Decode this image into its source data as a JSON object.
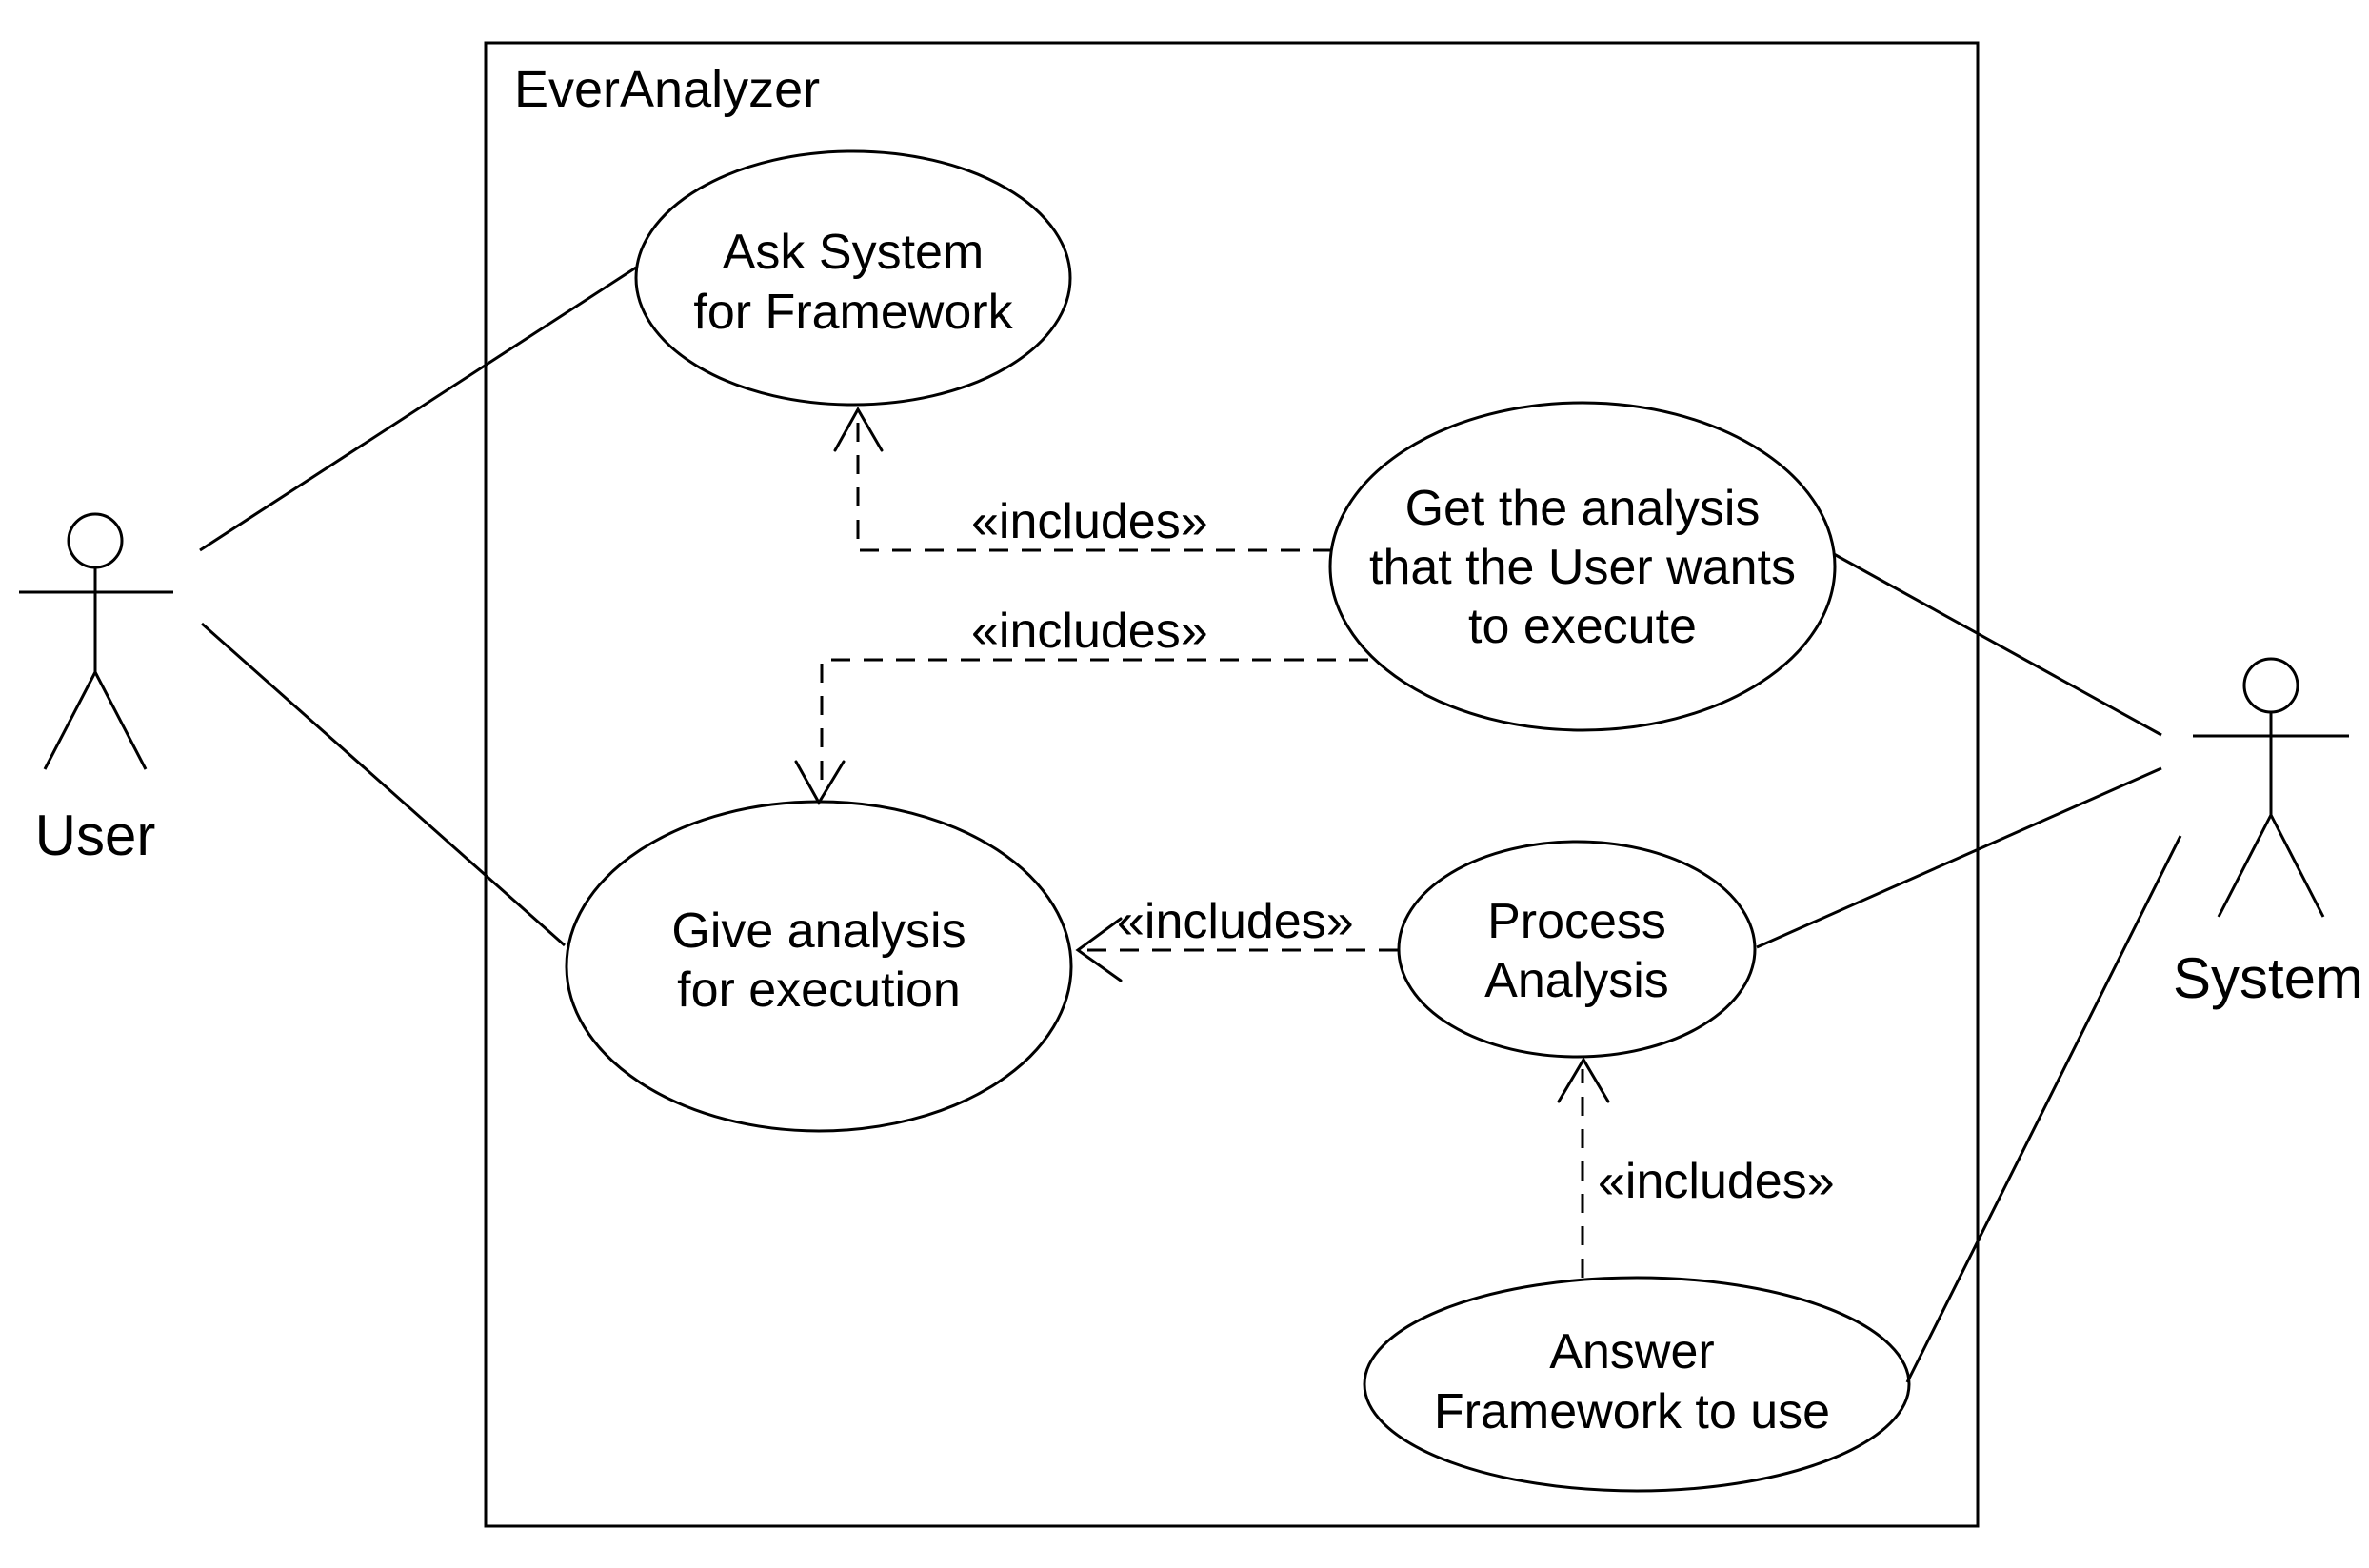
{
  "diagram": {
    "type": "uml-use-case-diagram",
    "system_boundary": {
      "label": "EverAnalyzer"
    },
    "actors": [
      {
        "name": "User"
      },
      {
        "name": "System"
      }
    ],
    "use_cases": [
      {
        "name": "Ask System for Framework",
        "lines": [
          "Ask System",
          "for Framework"
        ]
      },
      {
        "name": "Get the analysis that the User wants to execute",
        "lines": [
          "Get the analysis",
          "that the User wants",
          "to execute"
        ]
      },
      {
        "name": "Give analysis for execution",
        "lines": [
          "Give analysis",
          "for execution"
        ]
      },
      {
        "name": "Process Analysis",
        "lines": [
          "Process",
          "Analysis"
        ]
      },
      {
        "name": "Answer Framework to use",
        "lines": [
          "Answer",
          "Framework to use"
        ]
      }
    ],
    "relationships": {
      "includes": [
        {
          "from": "Get the analysis that the User wants to execute",
          "to": "Ask System for Framework",
          "stereotype": "«includes»"
        },
        {
          "from": "Get the analysis that the User wants to execute",
          "to": "Give analysis for execution",
          "stereotype": "«includes»"
        },
        {
          "from": "Process Analysis",
          "to": "Give analysis for execution",
          "stereotype": "«includes»"
        },
        {
          "from": "Answer Framework to use",
          "to": "Process Analysis",
          "stereotype": "«includes»"
        }
      ],
      "associations": [
        {
          "from": "User",
          "to": "Ask System for Framework"
        },
        {
          "from": "User",
          "to": "Give analysis for execution"
        },
        {
          "from": "System",
          "to": "Get the analysis that the User wants to execute"
        },
        {
          "from": "System",
          "to": "Process Analysis"
        },
        {
          "from": "System",
          "to": "Answer Framework to use"
        }
      ]
    },
    "colors": {
      "stroke": "#000000",
      "background": "#ffffff"
    }
  }
}
